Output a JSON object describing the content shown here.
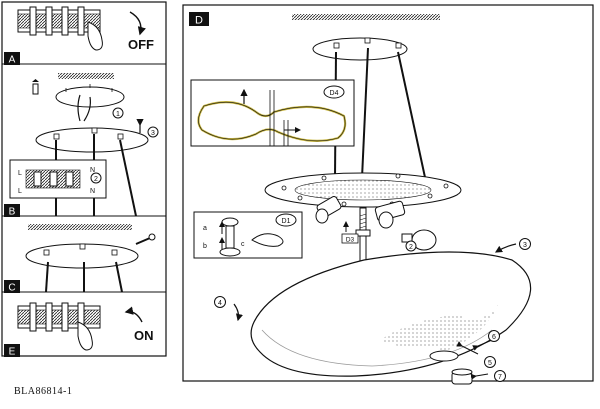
{
  "panels": {
    "a": {
      "label": "A",
      "switch_text": "OFF"
    },
    "b": {
      "label": "B",
      "steps": [
        "1",
        "2",
        "3"
      ],
      "terminals": [
        "L",
        "N",
        "L",
        "N"
      ]
    },
    "c": {
      "label": "C"
    },
    "e": {
      "label": "E",
      "switch_text": "ON"
    },
    "d": {
      "label": "D",
      "inset_d4": "D4",
      "inset_d1": "D1",
      "inset_d1_parts": [
        "a",
        "b",
        "c"
      ],
      "callout_d3": "D3",
      "steps": [
        "2",
        "3",
        "4",
        "5",
        "6",
        "7"
      ]
    }
  },
  "footer": {
    "model_code": "BLA86814-1"
  }
}
